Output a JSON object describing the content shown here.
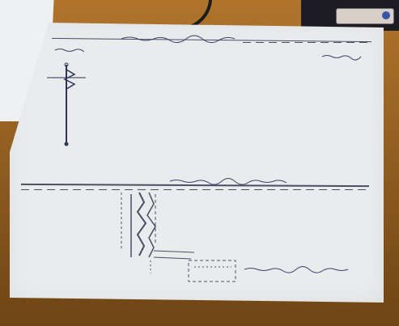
{
  "scene": {
    "description_tags": [
      "handwritten-notebook-page",
      "pencil-sketch",
      "wooden-table"
    ],
    "colors": {
      "paper": "#e9ebed",
      "ink": "#2c3558",
      "table": "#8c5a20"
    },
    "icons": [
      "cable",
      "sticker"
    ]
  }
}
